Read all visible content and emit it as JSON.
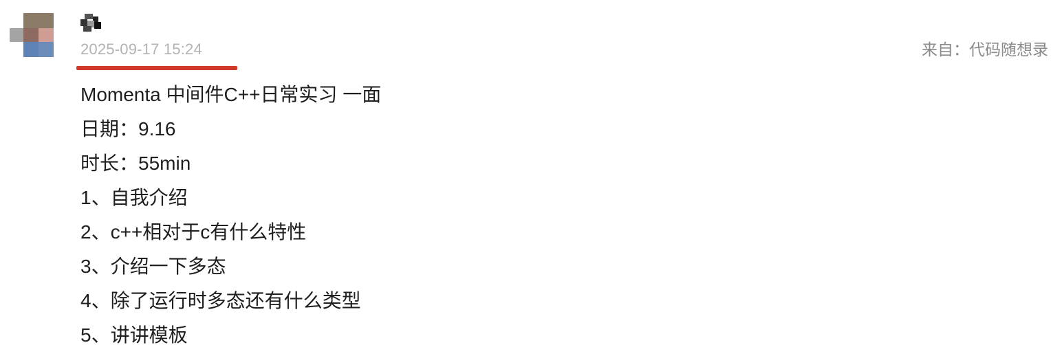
{
  "post": {
    "timestamp": "2025-09-17 15:24",
    "source": "来自：代码随想录",
    "content_lines": [
      "Momenta 中间件C++日常实习 一面",
      "日期：9.16",
      "时长：55min",
      "1、自我介绍",
      "2、c++相对于c有什么特性",
      "3、介绍一下多态",
      "4、除了运行时多态还有什么类型",
      "5、讲讲模板"
    ]
  },
  "colors": {
    "underline": "#d23a2c",
    "timestamp": "#b3b3b3",
    "source": "#8a8a8a",
    "text": "#1f1f1f"
  },
  "icons": {
    "avatar": "pixelated-avatar",
    "username": "pixelated-username"
  }
}
